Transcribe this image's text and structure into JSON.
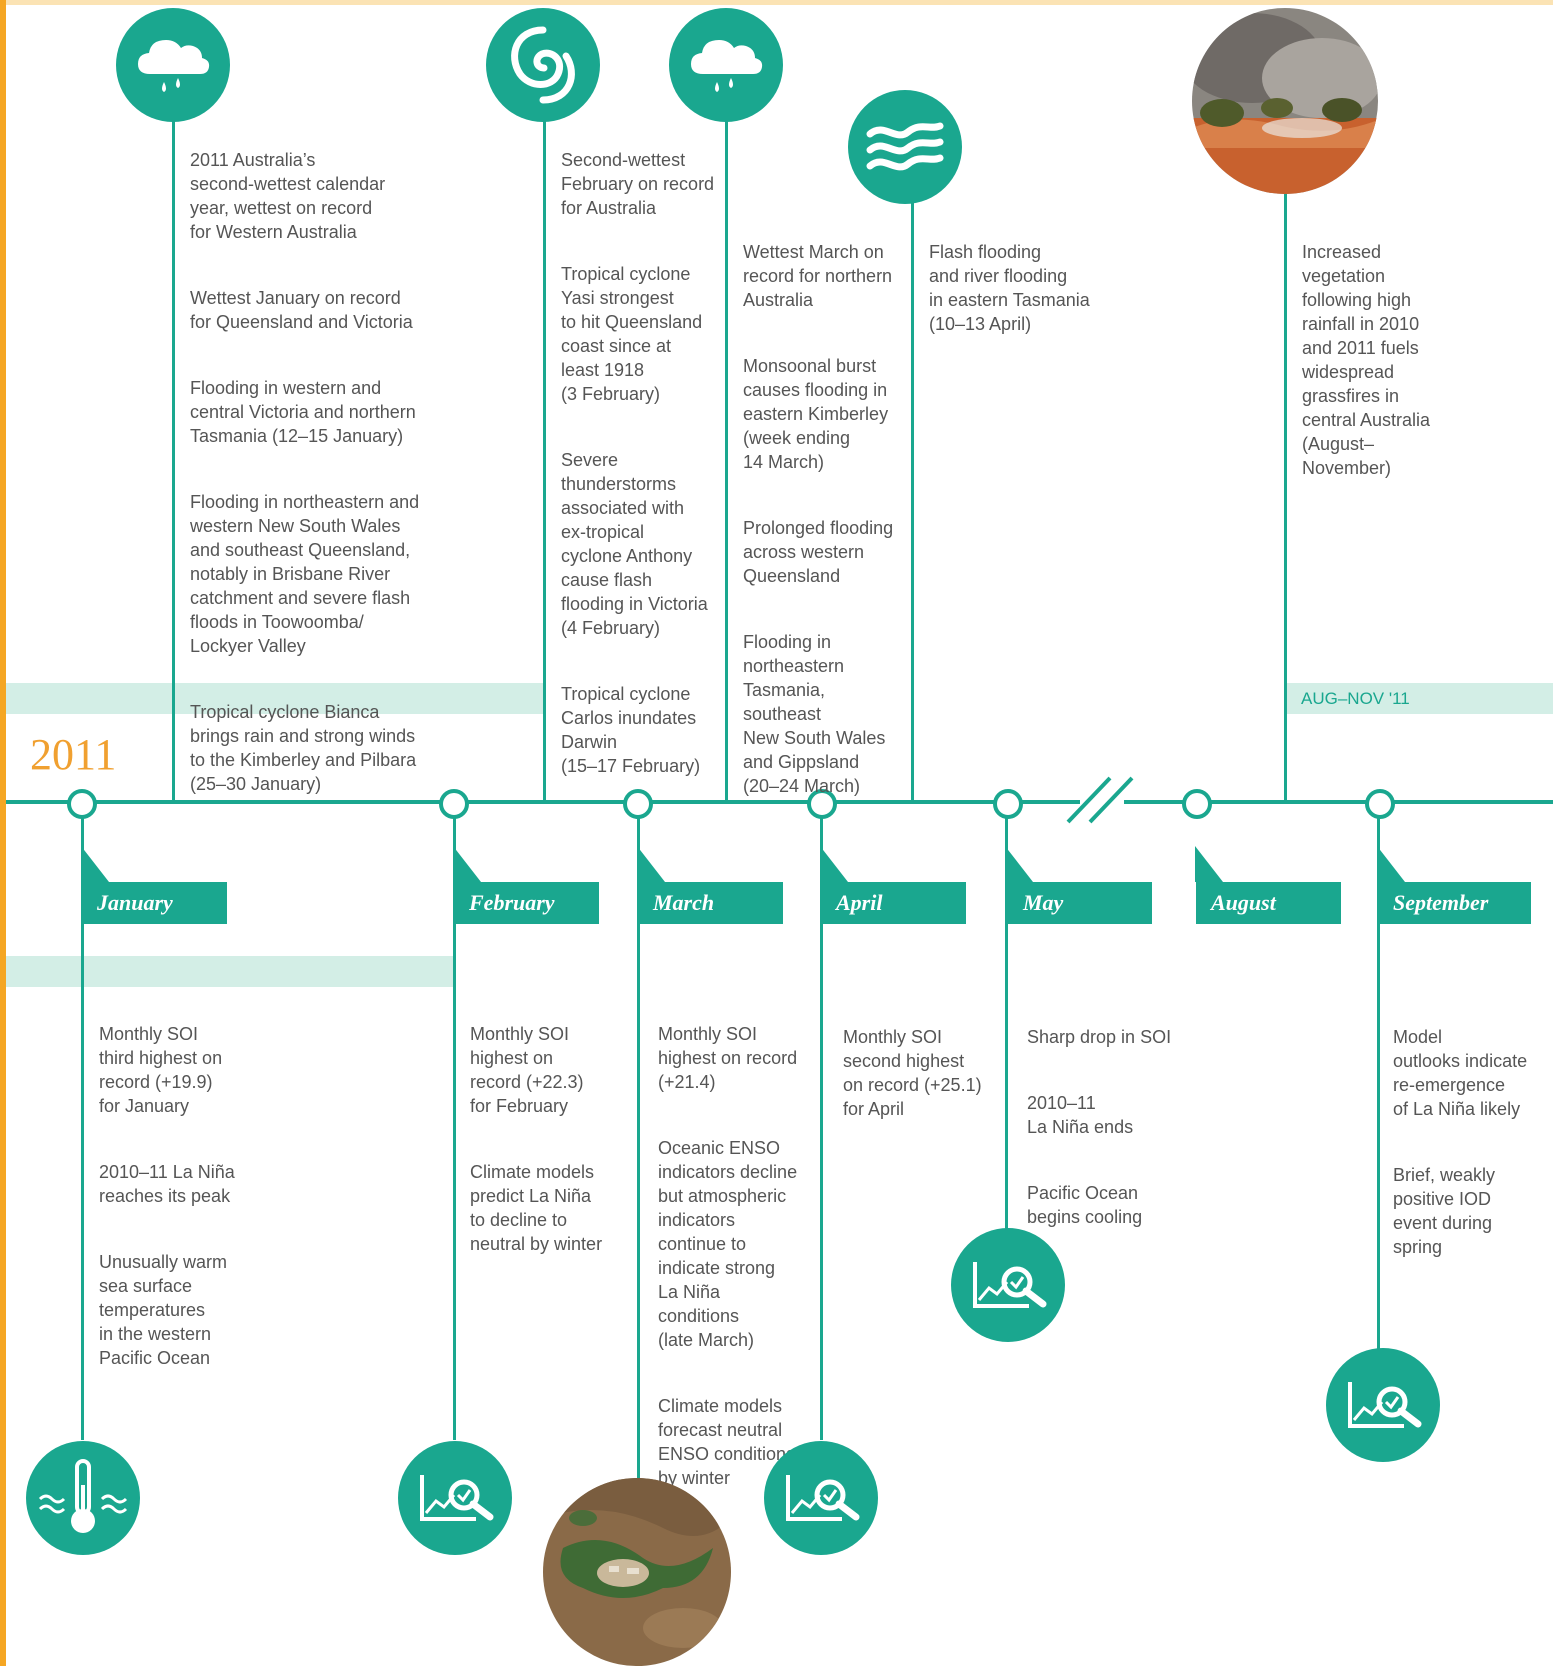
{
  "colors": {
    "accent": "#1aa78f",
    "band": "#d3eee6",
    "year": "#f0a030",
    "frame": "#f5a623",
    "text": "#555555"
  },
  "year": "2011",
  "band_label": "AUG–NOV '11",
  "months": [
    {
      "label": "January"
    },
    {
      "label": "February"
    },
    {
      "label": "March"
    },
    {
      "label": "April"
    },
    {
      "label": "May"
    },
    {
      "label": "August"
    },
    {
      "label": "September"
    }
  ],
  "weather_events": {
    "january": [
      "2011 Australia’s\nsecond-wettest calendar\nyear, wettest on record\nfor Western Australia",
      "Wettest January on record\nfor Queensland and Victoria",
      "Flooding in western and\ncentral Victoria and northern\nTasmania (12–15 January)",
      "Flooding in northeastern and\nwestern New South Wales\nand southeast Queensland,\nnotably in Brisbane River\ncatchment and severe flash\nfloods in Toowoomba/\nLockyer Valley",
      "Tropical cyclone Bianca\nbrings rain and strong winds\nto the Kimberley and Pilbara\n(25–30 January)"
    ],
    "february": [
      "Second-wettest\nFebruary on record\nfor Australia",
      "Tropical cyclone\nYasi strongest\nto hit Queensland\ncoast since at\nleast 1918\n(3 February)",
      "Severe\nthunderstorms\nassociated with\nex-tropical\ncyclone Anthony\ncause flash\nflooding in Victoria\n(4 February)",
      "Tropical cyclone\nCarlos inundates\nDarwin\n(15–17 February)"
    ],
    "march": [
      "Wettest March on\nrecord for northern\nAustralia",
      "Monsoonal burst\ncauses flooding in\neastern Kimberley\n(week ending\n14 March)",
      "Prolonged flooding\nacross western\nQueensland",
      "Flooding in\nnortheastern\nTasmania,\nsoutheast\nNew South Wales\nand Gippsland\n(20–24 March)"
    ],
    "april": [
      "Flash flooding\nand river flooding\nin eastern Tasmania\n(10–13 April)"
    ],
    "august": [
      "Increased\nvegetation\nfollowing high\nrainfall in 2010\nand 2011 fuels\nwidespread\ngrassfires in\ncentral Australia\n(August–\nNovember)"
    ]
  },
  "climate_events": {
    "january": [
      "Monthly SOI\nthird highest on\nrecord (+19.9)\nfor January",
      "2010–11 La Niña\nreaches its peak",
      "Unusually warm\nsea surface\ntemperatures\nin the western\nPacific Ocean"
    ],
    "february": [
      "Monthly SOI\nhighest on\nrecord (+22.3)\nfor  February",
      "Climate models\npredict La Niña\nto decline to\nneutral by winter"
    ],
    "march": [
      "Monthly SOI\nhighest on record\n(+21.4)",
      "Oceanic ENSO\nindicators decline\nbut atmospheric\nindicators\ncontinue to\nindicate strong\nLa Niña\nconditions\n(late March)",
      "Climate models\nforecast neutral\nENSO conditions\nby winter"
    ],
    "april": [
      "Monthly SOI\nsecond highest\non record (+25.1)\nfor April"
    ],
    "may": [
      "Sharp drop in SOI",
      "2010–11\nLa Niña ends",
      "Pacific Ocean\nbegins cooling"
    ],
    "september": [
      "Model\noutlooks indicate\nre-emergence\nof La Niña likely",
      "Brief, weakly\npositive IOD\nevent during\nspring"
    ]
  },
  "icons": {
    "top": [
      "rain-cloud-icon",
      "cyclone-icon",
      "rain-cloud-icon",
      "waves-icon"
    ],
    "bottom": [
      "sea-temperature-icon",
      "chart-magnifier-icon",
      "chart-magnifier-icon",
      "chart-magnifier-icon",
      "chart-magnifier-icon"
    ],
    "photos": [
      "bushfire-photo",
      "flood-photo"
    ]
  }
}
